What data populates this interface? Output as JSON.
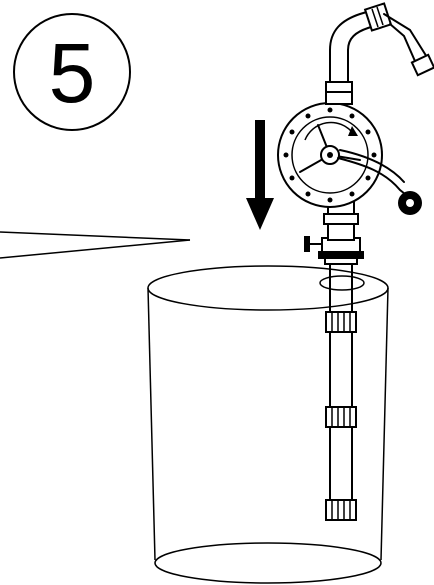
{
  "step": {
    "number": "5"
  },
  "illustration": {
    "direction_indicator": "arrow-down",
    "parts": [
      "rotary-hand-pump",
      "crank-handle",
      "discharge-spout",
      "suction-tube",
      "bung-adapter",
      "drum"
    ]
  },
  "colors": {
    "line": "#000000",
    "background": "#ffffff"
  }
}
